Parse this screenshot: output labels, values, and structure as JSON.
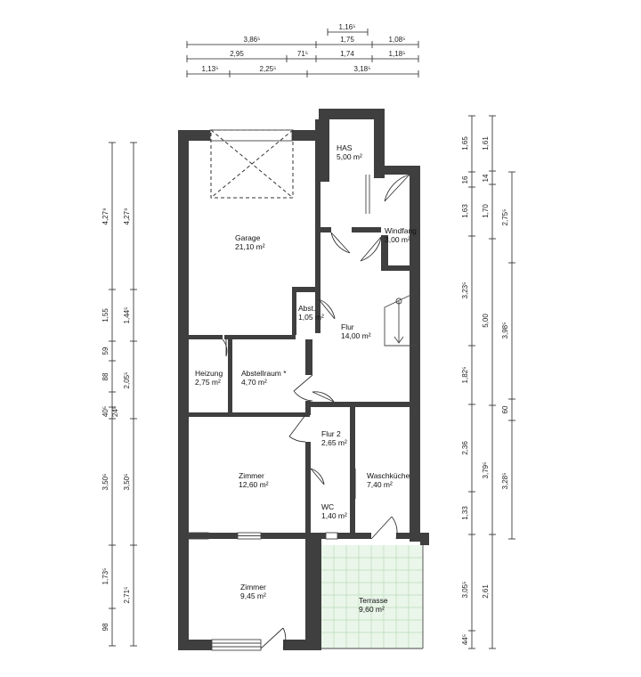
{
  "rooms": {
    "has": {
      "name": "HAS",
      "area": "5,00 m²"
    },
    "windfang": {
      "name": "Windfang",
      "area": "3,00 m²"
    },
    "garage": {
      "name": "Garage",
      "area": "21,10 m²"
    },
    "abst": {
      "name": "Abst.",
      "area": "1,05 m²"
    },
    "flur": {
      "name": "Flur",
      "area": "14,00 m²"
    },
    "heizung": {
      "name": "Heizung",
      "area": "2,75 m²"
    },
    "abstellraum": {
      "name": "Abstellraum *",
      "area": "4,70 m²"
    },
    "flur2": {
      "name": "Flur 2",
      "area": "2,65 m²"
    },
    "zimmer1": {
      "name": "Zimmer",
      "area": "12,60 m²"
    },
    "waschkueche": {
      "name": "Waschküche",
      "area": "7,40 m²"
    },
    "wc": {
      "name": "WC",
      "area": "1,40 m²"
    },
    "zimmer2": {
      "name": "Zimmer",
      "area": "9,45 m²"
    },
    "terrasse": {
      "name": "Terrasse",
      "area": "9,60 m²"
    }
  },
  "dimensions": {
    "top_row0": [
      "1,16⁵"
    ],
    "top_row1": [
      "3,86⁵",
      "1,75",
      "1,08⁵"
    ],
    "top_row2": [
      "2,95",
      "71⁵",
      "1,74",
      "1,18⁵"
    ],
    "top_row3": [
      "1,13⁵",
      "2,25⁵",
      "3,18⁵"
    ],
    "left_col1": [
      "4,27⁹",
      "1,55",
      "59",
      "88",
      "40⁵",
      "3,50⁵",
      "1,73⁵",
      "98"
    ],
    "left_col2": [
      "4,27⁹",
      "1,44⁵",
      "2,05⁵",
      "3,50⁵",
      "2,71⁵"
    ],
    "left_col1_extra": [
      "24⁵"
    ],
    "right_col1": [
      "1,65",
      "16",
      "1,63",
      "3,23⁵",
      "1,82⁵",
      "2,36",
      "1,33",
      "3,05⁵",
      "44⁵"
    ],
    "right_col2": [
      "1,61",
      "14",
      "1,70",
      "5,00",
      "3,79⁵",
      "2,61"
    ],
    "right_col3": [
      "2,75⁵",
      "3,98⁵",
      "60",
      "3,28⁵"
    ]
  }
}
